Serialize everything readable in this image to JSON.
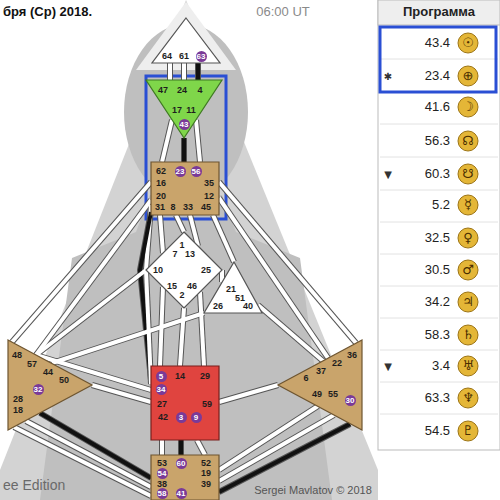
{
  "diagram": {
    "title": "бря (Ср) 2018.",
    "nodes": [
      {
        "text": [
          "64",
          "61",
          "63"
        ]
      },
      {
        "text": [
          "47",
          "24",
          "4",
          "17",
          "11",
          "43"
        ]
      },
      {
        "text": [
          "62",
          "23",
          "56",
          "16",
          "35",
          "20",
          "12",
          "31",
          "8",
          "33",
          "45"
        ]
      },
      {
        "text": [
          "1",
          "7",
          "13",
          "10",
          "25",
          "15",
          "46",
          "2"
        ]
      },
      {
        "text": [
          "21",
          "51",
          "26",
          "40"
        ]
      },
      {
        "text": [
          "48",
          "57",
          "44",
          "50",
          "32",
          "28",
          "18"
        ]
      },
      {
        "text": [
          "36",
          "22",
          "37",
          "6",
          "49",
          "55",
          "30"
        ]
      },
      {
        "text": [
          "5",
          "14",
          "29",
          "34",
          "27",
          "59",
          "42",
          "3",
          "9"
        ]
      },
      {
        "text": [
          "53",
          "60",
          "52",
          "54",
          "19",
          "38",
          "39",
          "58",
          "41"
        ]
      }
    ],
    "edges": [
      {
        "from": 0,
        "to": 1,
        "arrow": "none"
      },
      {
        "from": 0,
        "to": 1,
        "arrow": "none"
      },
      {
        "from": 0,
        "to": 1,
        "arrow": "none"
      },
      {
        "from": 1,
        "to": 2,
        "arrow": "none"
      },
      {
        "from": 1,
        "to": 2,
        "arrow": "none"
      },
      {
        "from": 1,
        "to": 2,
        "arrow": "none"
      },
      {
        "from": 2,
        "to": 3,
        "arrow": "none"
      },
      {
        "from": 2,
        "to": 3,
        "arrow": "none"
      },
      {
        "from": 2,
        "to": 3,
        "arrow": "none"
      },
      {
        "from": 2,
        "to": 3,
        "arrow": "none"
      },
      {
        "from": 2,
        "to": 4,
        "arrow": "none"
      },
      {
        "from": 2,
        "to": 5,
        "arrow": "none"
      },
      {
        "from": 2,
        "to": 5,
        "arrow": "none"
      },
      {
        "from": 2,
        "to": 6,
        "arrow": "none"
      },
      {
        "from": 2,
        "to": 6,
        "arrow": "none"
      },
      {
        "from": 2,
        "to": 7,
        "arrow": "none"
      },
      {
        "from": 3,
        "to": 4,
        "arrow": "none"
      },
      {
        "from": 3,
        "to": 7,
        "arrow": "none"
      },
      {
        "from": 3,
        "to": 7,
        "arrow": "none"
      },
      {
        "from": 3,
        "to": 7,
        "arrow": "none"
      },
      {
        "from": 3,
        "to": 7,
        "arrow": "none"
      },
      {
        "from": 3,
        "to": 5,
        "arrow": "none"
      },
      {
        "from": 4,
        "to": 5,
        "arrow": "none"
      },
      {
        "from": 4,
        "to": 6,
        "arrow": "none"
      },
      {
        "from": 5,
        "to": 7,
        "arrow": "none"
      },
      {
        "from": 5,
        "to": 7,
        "arrow": "none"
      },
      {
        "from": 7,
        "to": 8,
        "arrow": "none"
      },
      {
        "from": 7,
        "to": 8,
        "arrow": "none"
      },
      {
        "from": 7,
        "to": 8,
        "arrow": "none"
      },
      {
        "from": 6,
        "to": 7,
        "arrow": "none"
      },
      {
        "from": 5,
        "to": 8,
        "arrow": "none"
      },
      {
        "from": 5,
        "to": 8,
        "arrow": "none"
      },
      {
        "from": 5,
        "to": 8,
        "arrow": "none"
      },
      {
        "from": 6,
        "to": 8,
        "arrow": "none"
      },
      {
        "from": 6,
        "to": 8,
        "arrow": "none"
      },
      {
        "from": 6,
        "to": 8,
        "arrow": "none"
      }
    ],
    "labels": [
      "06:00 UT",
      "Программа",
      "43.4",
      "☉",
      "✱",
      "23.4",
      "⊕",
      "41.6",
      "☽",
      "56.3",
      "☊",
      "▼",
      "60.3",
      "☋",
      "5.2",
      "☿",
      "32.5",
      "♀",
      "30.5",
      "♂",
      "34.2",
      "♃",
      "58.3",
      "♄",
      "▼",
      "3.4",
      "♅",
      "63.3",
      "♆",
      "54.5",
      "♇",
      "ee Edition",
      "Sergei Mavlatov © 2018"
    ]
  }
}
